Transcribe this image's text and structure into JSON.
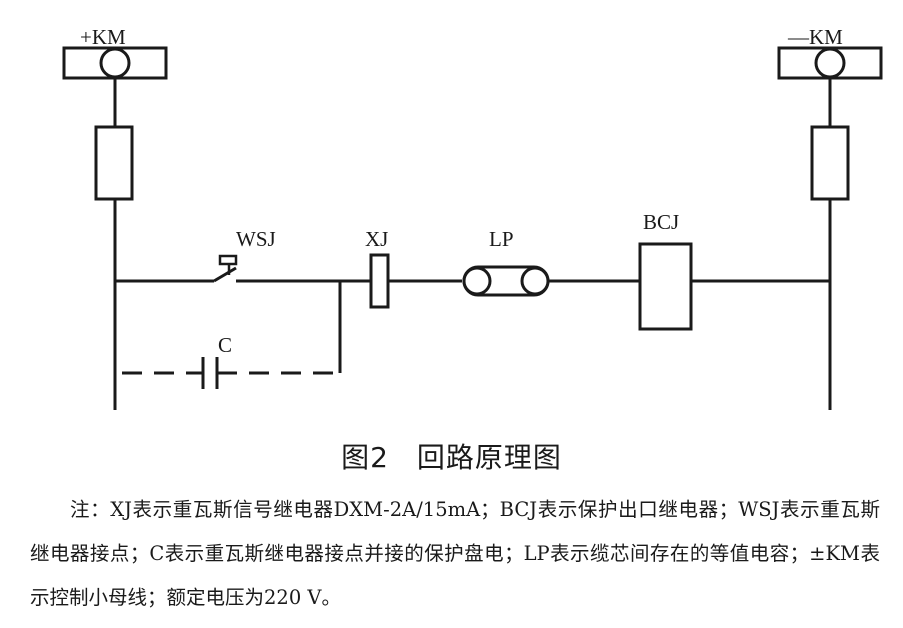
{
  "diagram": {
    "labels": {
      "plus_km": "+KM",
      "minus_km": "—KM",
      "wsj": "WSJ",
      "xj": "XJ",
      "lp": "LP",
      "bcj": "BCJ",
      "c": "C"
    }
  },
  "caption": {
    "number": "图2",
    "title": "回路原理图"
  },
  "note": {
    "text": "注：XJ表示重瓦斯信号继电器DXM-2A/15mA；BCJ表示保护出口继电器；WSJ表示重瓦斯继电器接点；C表示重瓦斯继电器接点并接的保护盘电；LP表示缆芯间存在的等值电容；±KM表示控制小母线；额定电压为220 V。"
  }
}
